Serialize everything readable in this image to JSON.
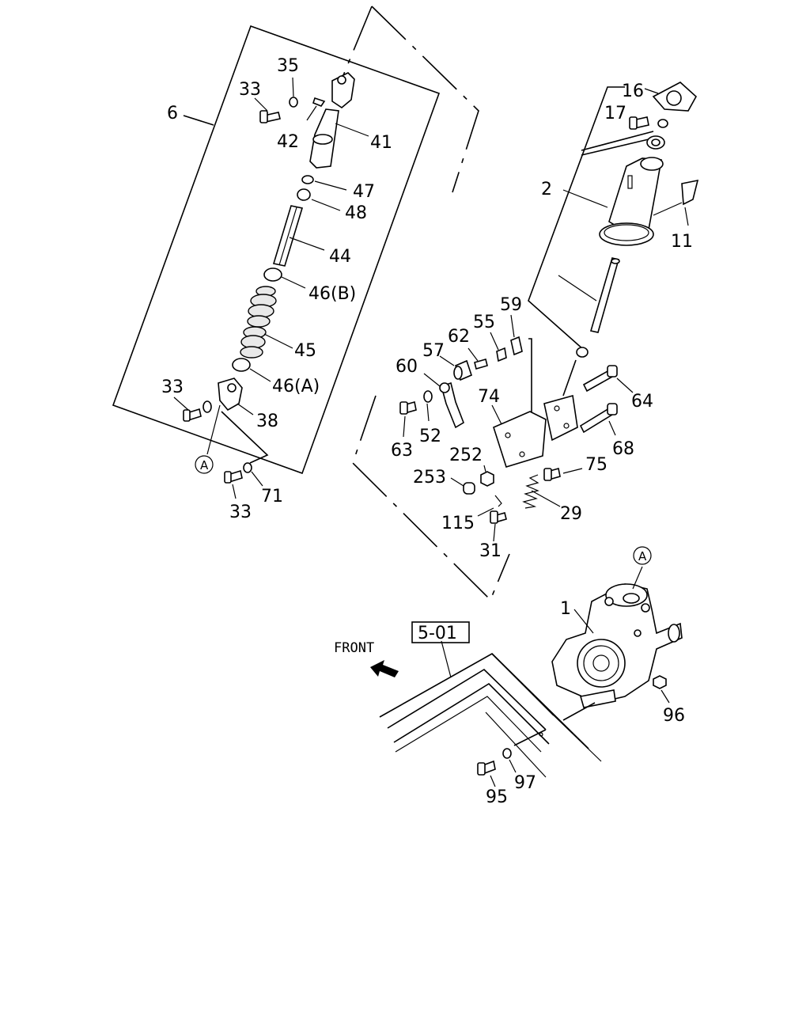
{
  "diagram": {
    "callouts": {
      "c6": "6",
      "c33a": "33",
      "c35": "35",
      "c42": "42",
      "c41": "41",
      "c47": "47",
      "c48": "48",
      "c44": "44",
      "c46b": "46(B)",
      "c45": "45",
      "c46a": "46(A)",
      "c33b": "33",
      "c38": "38",
      "c33c": "33",
      "c71": "71",
      "c16": "16",
      "c17": "17",
      "c2": "2",
      "c11": "11",
      "c59": "59",
      "c55": "55",
      "c62": "62",
      "c57": "57",
      "c60": "60",
      "c74": "74",
      "c64": "64",
      "c63": "63",
      "c52": "52",
      "c68": "68",
      "c252": "252",
      "c75": "75",
      "c253": "253",
      "c29": "29",
      "c115": "115",
      "c31": "31",
      "c1": "1",
      "c96": "96",
      "c95": "95",
      "c97": "97"
    },
    "reference_marks": {
      "ref_a_left": "A",
      "ref_a_right": "A"
    },
    "section_ref": "5-01",
    "front_label": "FRONT"
  }
}
